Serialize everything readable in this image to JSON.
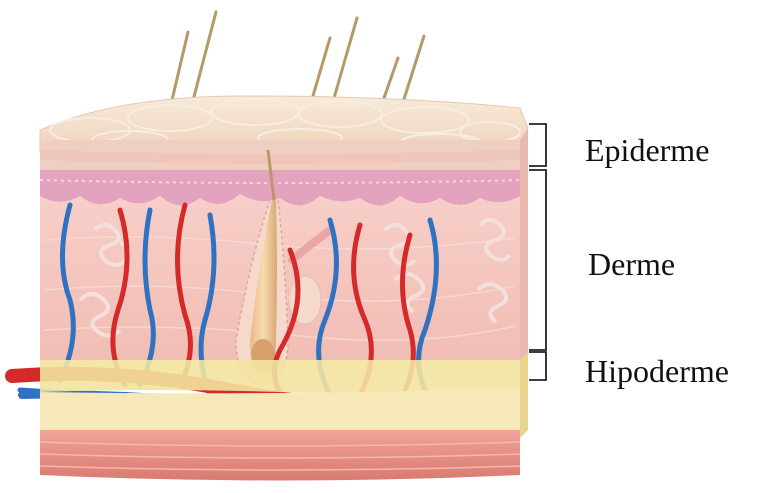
{
  "layers": [
    {
      "id": "epidermis",
      "label": "Epiderme"
    },
    {
      "id": "dermis",
      "label": "Derme"
    },
    {
      "id": "hypodermis",
      "label": "Hipoderme"
    }
  ],
  "colors": {
    "epidermis_top": "#f3dcc8",
    "epidermis_side": "#f0d2c0",
    "papillary_layer": "#e8a9c4",
    "dermis": "#f6c8c2",
    "hypodermis_fat": "#f3e3a0",
    "muscle": "#e98f84",
    "artery": "#d42a2a",
    "vein": "#2f72c2",
    "hair_shaft": "#b89868",
    "bracket": "#222222"
  }
}
